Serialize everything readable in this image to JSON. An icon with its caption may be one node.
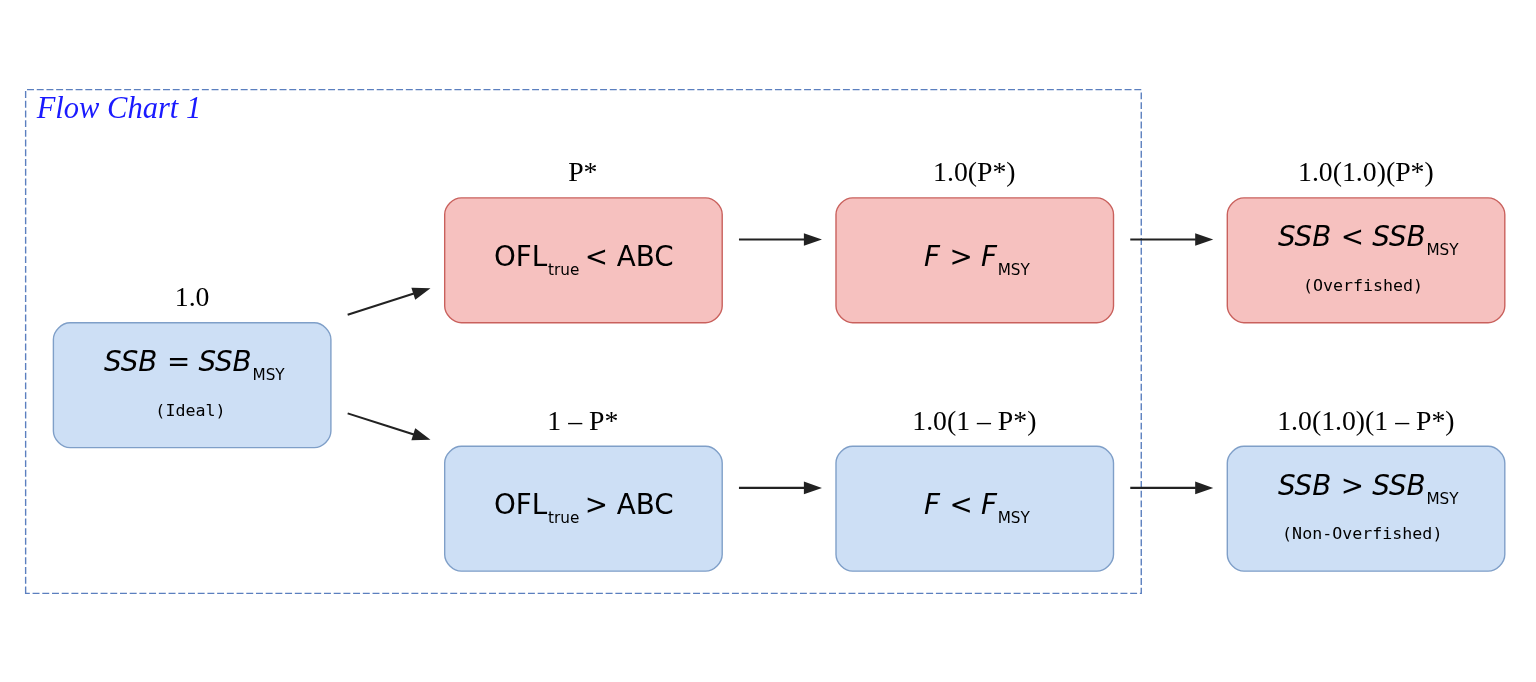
{
  "diagram": {
    "nodes": [
      {
        "text": [
          "Flow Chart 1"
        ]
      },
      {
        "text": [
          "*SSB* = *SSB*$_{MSY}$",
          "(Ideal)"
        ],
        "in": 0,
        "beside": [
          "1.0"
        ]
      },
      {
        "text": [
          "OFL$_{true}$ < ABC"
        ],
        "in": 0,
        "beside": [
          "P*"
        ]
      },
      {
        "text": [
          "*F* > *F*$_{MSY}$"
        ],
        "in": 0,
        "beside": [
          "1.0(P*)"
        ]
      },
      {
        "text": [
          "*SSB* < *SSB*$_{MSY}$",
          "(Overfished)"
        ],
        "beside": [
          "1.0(1.0)(P*)"
        ]
      },
      {
        "text": [
          "OFL$_{true}$ > ABC"
        ],
        "in": 0,
        "beside": [
          "1 – P*"
        ]
      },
      {
        "text": [
          "*F* < *F*$_{MSY}$"
        ],
        "in": 0,
        "beside": [
          "1.0(1 – P*)"
        ]
      },
      {
        "text": [
          "*SSB* > *SSB*$_{MSY}$",
          "(Non-Overfished)"
        ],
        "beside": [
          "1.0(1.0)(1 – P*)"
        ]
      }
    ],
    "edges": [
      {
        "from": 1,
        "to": 2,
        "arrow": "to"
      },
      {
        "from": 1,
        "to": 5,
        "arrow": "to"
      },
      {
        "from": 2,
        "to": 3,
        "arrow": "to"
      },
      {
        "from": 3,
        "to": 4,
        "arrow": "to"
      },
      {
        "from": 5,
        "to": 6,
        "arrow": "to"
      },
      {
        "from": 6,
        "to": 7,
        "arrow": "to"
      }
    ]
  }
}
